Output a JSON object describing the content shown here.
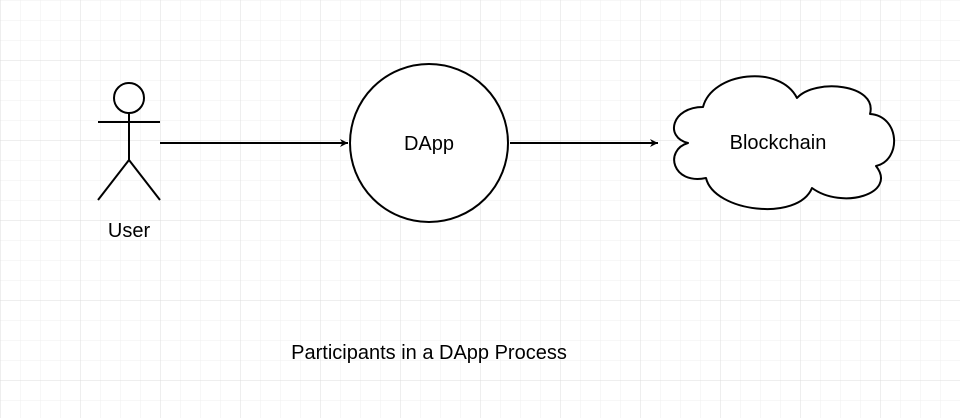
{
  "diagram": {
    "nodes": {
      "user": {
        "kind": "actor",
        "label": "User"
      },
      "dapp": {
        "kind": "circle",
        "label": "DApp"
      },
      "blockchain": {
        "kind": "cloud",
        "label": "Blockchain"
      }
    },
    "edges": [
      {
        "from": "user",
        "to": "dapp"
      },
      {
        "from": "dapp",
        "to": "blockchain"
      }
    ],
    "caption": "Participants in a DApp Process"
  },
  "colors": {
    "background": "#ffffff",
    "grid": "#e6e6e6",
    "stroke": "#000000",
    "text": "#000000"
  }
}
